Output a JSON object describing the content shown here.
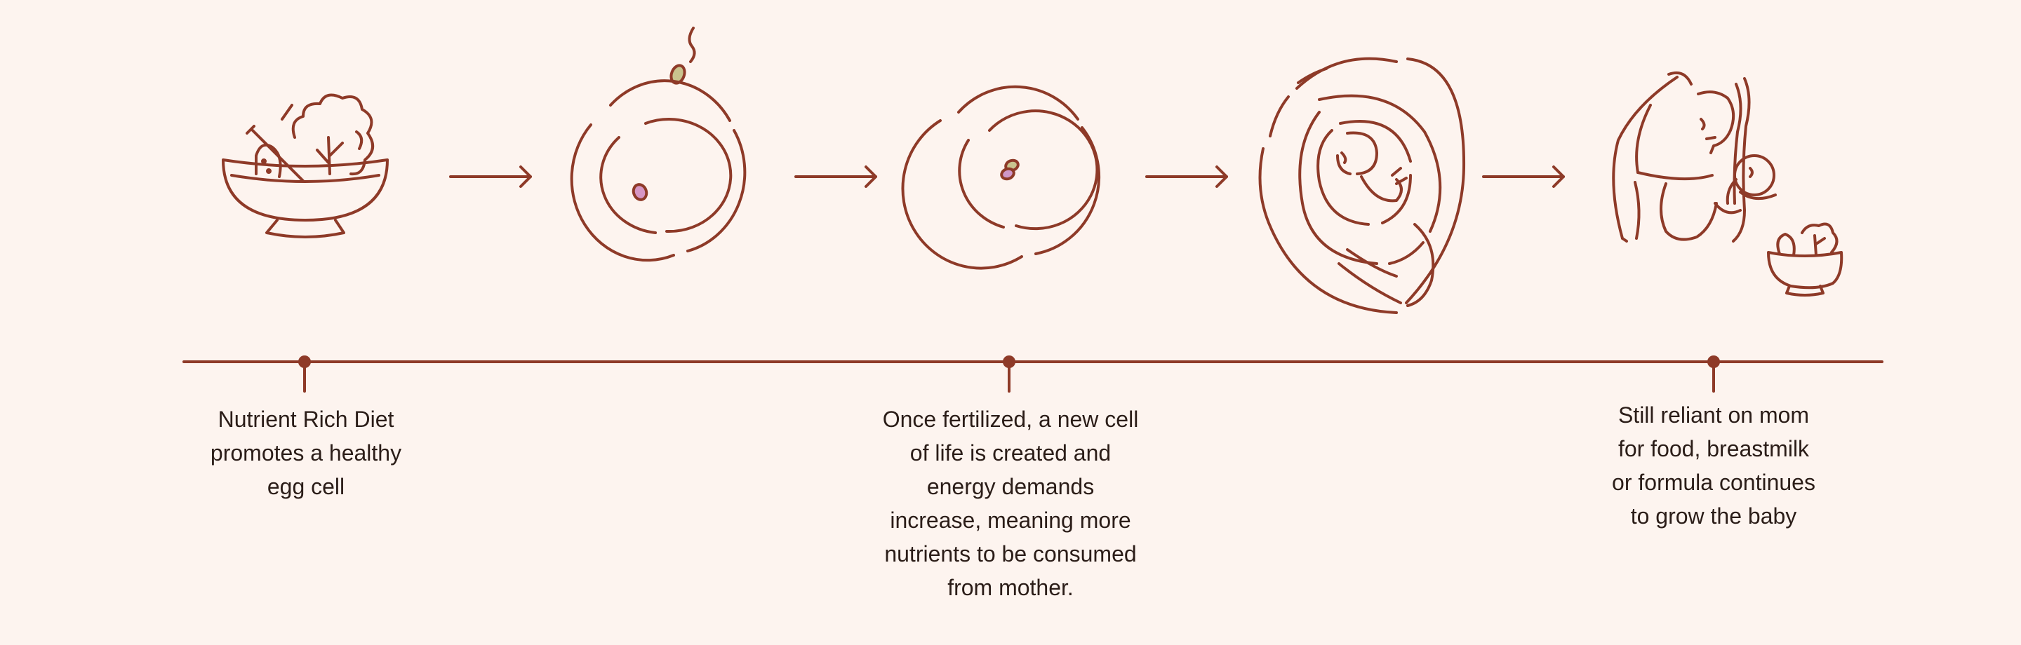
{
  "colors": {
    "background": "#fdf4ef",
    "line": "#8e3a28",
    "text": "#2b1d18",
    "sperm_fill": "#c9c48e",
    "egg_nucleus_fill": "#d696c4",
    "zygote_fill_a": "#c9c48e",
    "zygote_fill_b": "#cf97c9"
  },
  "stages": [
    {
      "icon": "salad-bowl-icon"
    },
    {
      "icon": "egg-cell-with-sperm-icon"
    },
    {
      "icon": "fertilized-cell-icon"
    },
    {
      "icon": "fetus-in-womb-icon"
    },
    {
      "icon": "mother-feeding-baby-icon"
    }
  ],
  "arrows": [
    "arrow-right-icon",
    "arrow-right-icon",
    "arrow-right-icon",
    "arrow-right-icon"
  ],
  "timeline": {
    "milestones": [
      {
        "caption": "Nutrient Rich Diet\npromotes a healthy\negg cell"
      },
      {
        "caption": "Once fertilized, a new cell\nof life is created and\nenergy demands\nincrease, meaning more\nnutrients to be consumed\nfrom mother."
      },
      {
        "caption": "Still reliant on mom\nfor food, breastmilk\nor formula continues\nto grow the baby"
      }
    ]
  }
}
